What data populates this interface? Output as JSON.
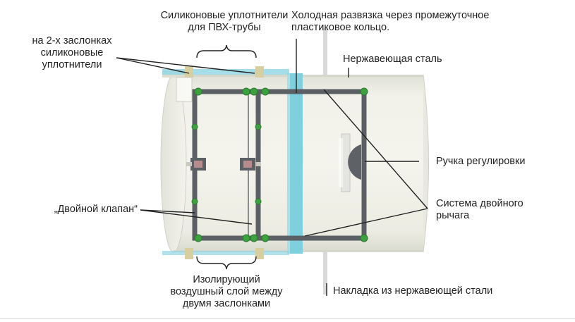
{
  "labels": {
    "silicone_seals_pvc": "Силиконовые уплотнители\nдля ПВХ-трубы",
    "cold_break": "Холодная развязка через промежуточное\nпластиковое кольцо.",
    "two_dampers_seals": "на 2-х заслонках\nсиликоновые\nуплотнители",
    "stainless_steel": "Нержавеющая сталь",
    "adjust_knob": "Ручка регулировки",
    "double_valve": "„Двойной клапан“",
    "double_lever": "Система двойного\nрычага",
    "insulating_layer": "Изолирующий\nвоздушный слой между\nдвумя заслонками",
    "stainless_overlay": "Накладка из нержавеющей стали"
  },
  "colors": {
    "tube": "#ecece3",
    "tube_edge": "#d2d3c8",
    "ring": "#7fd0de",
    "frame": "#5b6064",
    "joint": "#3aa33d",
    "knob": "#5e6266",
    "text": "#222222",
    "leader": "#222222"
  }
}
